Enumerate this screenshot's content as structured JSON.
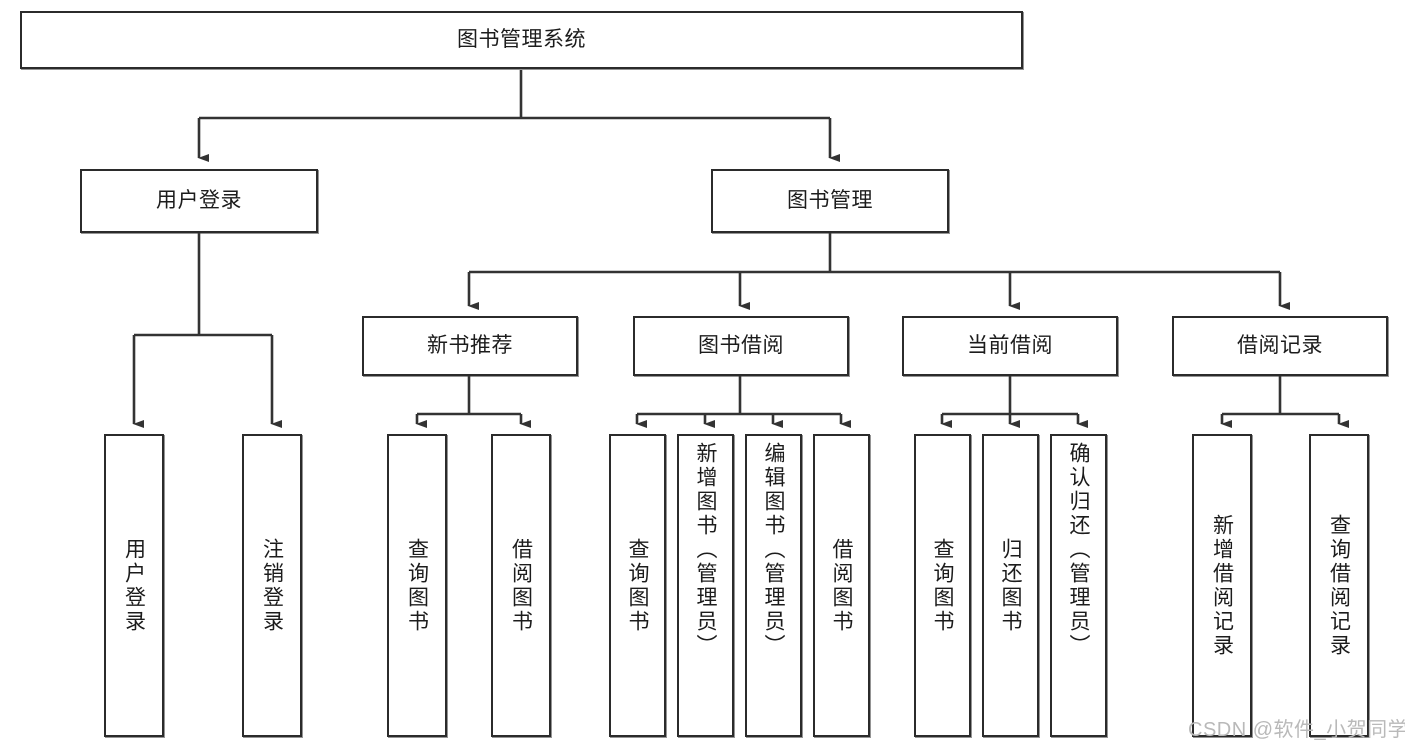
{
  "diagram": {
    "type": "tree-flowchart",
    "title": "图书管理系统",
    "watermark": "CSDN @软件_小贺同学",
    "colors": {
      "box_border": "#2b2b2b",
      "box_fill": "#ffffff",
      "connector": "#333333",
      "text": "#1c1c1c",
      "watermark": "#b9b9b9"
    },
    "levels": {
      "root": {
        "label": "图书管理系统"
      },
      "level2": [
        {
          "label": "用户登录"
        },
        {
          "label": "图书管理"
        }
      ],
      "level3": [
        {
          "label": "新书推荐"
        },
        {
          "label": "图书借阅"
        },
        {
          "label": "当前借阅"
        },
        {
          "label": "借阅记录"
        }
      ],
      "leaves": {
        "user_login": [
          {
            "label": "用户登录"
          },
          {
            "label": "注销登录"
          }
        ],
        "new_book_recommend": [
          {
            "label": "查询图书"
          },
          {
            "label": "借阅图书"
          }
        ],
        "book_borrow": [
          {
            "label": "查询图书"
          },
          {
            "label": "新增图书（管理员）"
          },
          {
            "label": "编辑图书（管理员）"
          },
          {
            "label": "借阅图书"
          }
        ],
        "current_borrow": [
          {
            "label": "查询图书"
          },
          {
            "label": "归还图书"
          },
          {
            "label": "确认归还（管理员）"
          }
        ],
        "borrow_records": [
          {
            "label": "新增借阅记录"
          },
          {
            "label": "查询借阅记录"
          }
        ]
      }
    }
  }
}
